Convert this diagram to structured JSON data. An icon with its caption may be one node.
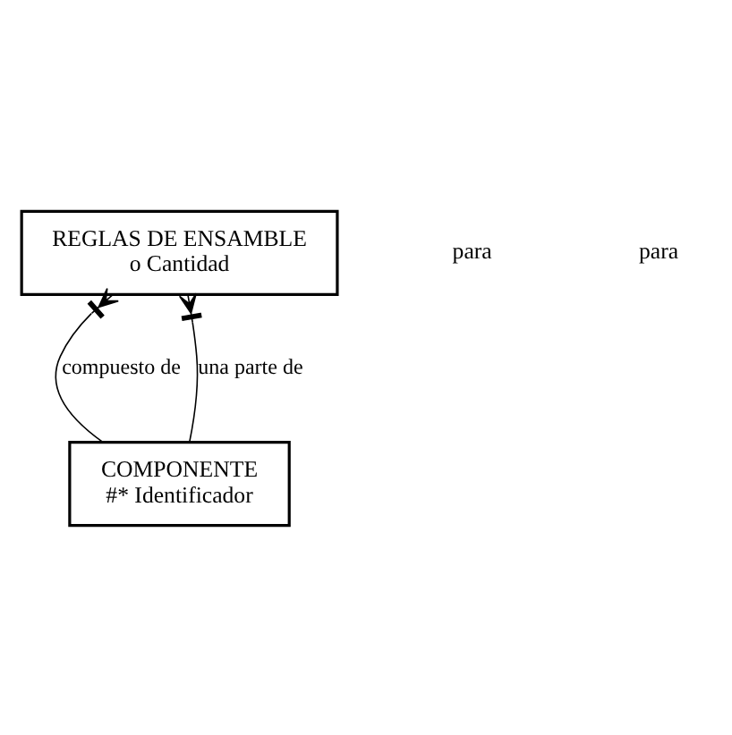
{
  "diagram": {
    "nodes": [
      {
        "text": [
          "REGLAS DE ENSAMBLE",
          "o Cantidad"
        ]
      },
      {
        "text": [
          "COMPONENTE",
          "#* Identificador"
        ]
      }
    ],
    "edges": [
      {
        "from": 0,
        "to": 1,
        "arrow": "other",
        "label": "compuesto de"
      },
      {
        "from": 0,
        "to": 1,
        "arrow": "other",
        "label": "una parte de"
      }
    ],
    "labels": [
      "para",
      "para"
    ]
  }
}
